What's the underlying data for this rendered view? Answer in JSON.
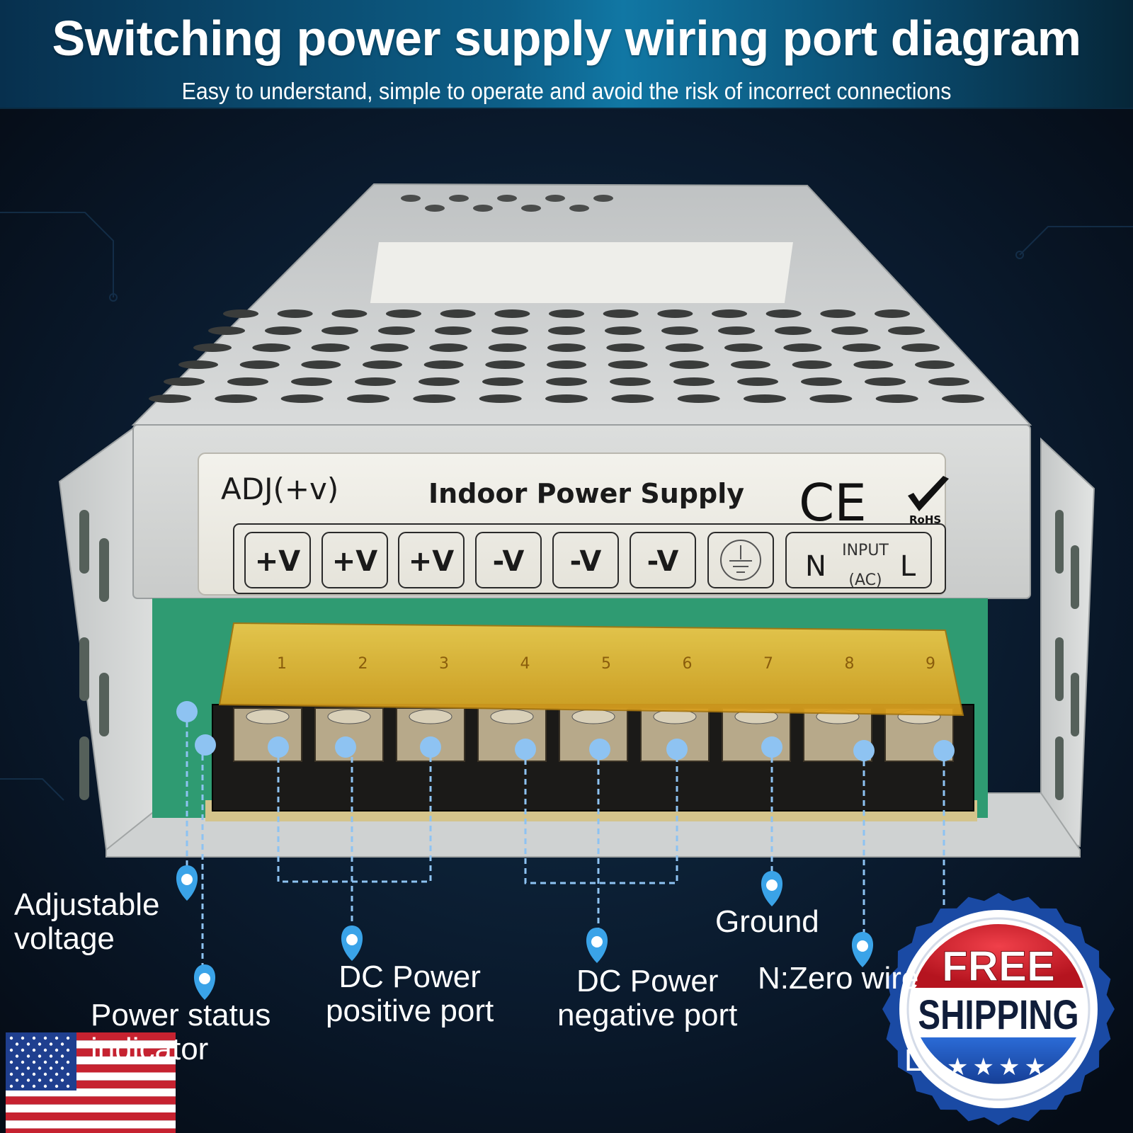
{
  "header": {
    "title": "Switching power supply wiring port diagram",
    "subtitle": "Easy to understand, simple to operate and avoid the risk of incorrect connections"
  },
  "device": {
    "panel_left_text": "ADJ(+v)",
    "panel_title": "Indoor Power Supply",
    "ce_mark": "CE",
    "rohs_mark": "RoHS",
    "terminals": [
      "+V",
      "+V",
      "+V",
      "-V",
      "-V",
      "-V",
      "",
      "N",
      "L"
    ],
    "input_label_top": "INPUT",
    "input_label_bottom": "(AC)",
    "terminal_numbers": [
      "1",
      "2",
      "3",
      "4",
      "5",
      "6",
      "7",
      "8",
      "9"
    ]
  },
  "callouts": {
    "adjustable_voltage": "Adjustable\nvoltage",
    "power_status": "Power status\nindicator",
    "dc_positive": "DC Power\npositive port",
    "dc_negative": "DC Power\nnegative port",
    "ground": "Ground",
    "n_zero": "N:Zero wire",
    "l_fire": "L"
  },
  "badge": {
    "line1": "FREE",
    "line2": "SHIPPING",
    "stars": "★★★★"
  },
  "colors": {
    "accent_blue": "#3aa3e8",
    "dot_blue": "#8ec3f2",
    "header_blue": "#0d5f88",
    "terminal_cover": "#e8b830",
    "badge_red": "#d9232e",
    "badge_blue": "#1f56b8"
  },
  "icons": [
    "ground-symbol-icon",
    "rohs-check-icon",
    "location-pin-icon",
    "us-flag-icon",
    "star-icon"
  ]
}
